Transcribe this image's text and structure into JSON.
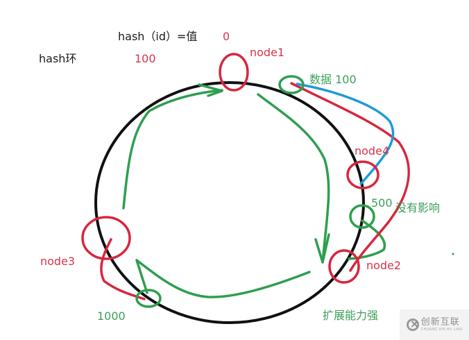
{
  "diagram": {
    "title": "hash环",
    "formula": "hash（id）=值",
    "colors": {
      "ring": "#111111",
      "node": "#d7263d",
      "data": "#2e9e4f",
      "path_blue": "#1f9ad6",
      "text_red": "#d7334a",
      "text_green": "#3a9e5a"
    },
    "values": {
      "zero": "0",
      "hundred": "100"
    },
    "nodes": [
      {
        "id": "node1",
        "label": "node1"
      },
      {
        "id": "node4",
        "label": "node4"
      },
      {
        "id": "node2",
        "label": "node2"
      },
      {
        "id": "node3",
        "label": "node3"
      }
    ],
    "data_points": [
      {
        "label": "数据 100"
      },
      {
        "label": "500"
      },
      {
        "label": "1000"
      }
    ],
    "annotations": {
      "no_impact": "没有影响",
      "scalability": "扩展能力强"
    },
    "watermark": {
      "cn": "创新互联",
      "en": "CHUANG XIN HU LIAN"
    }
  }
}
